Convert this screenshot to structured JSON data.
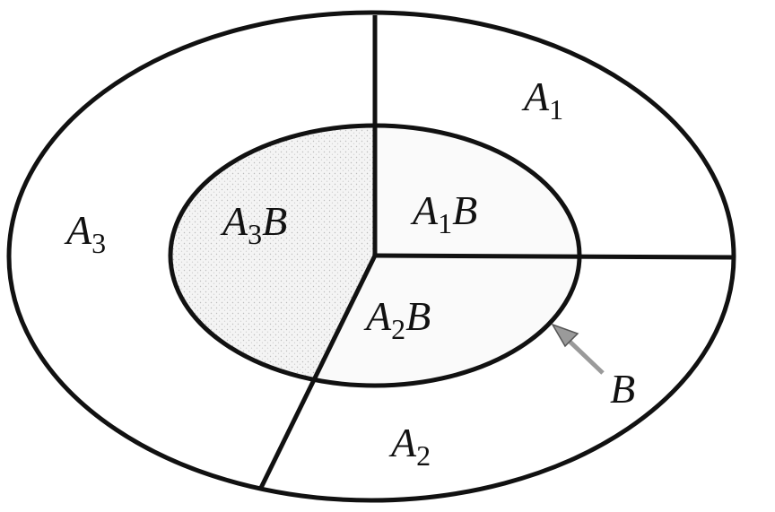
{
  "diagram": {
    "regions": [
      {
        "id": "A1",
        "base": "A",
        "sub": "1",
        "rest": ""
      },
      {
        "id": "A2",
        "base": "A",
        "sub": "2",
        "rest": ""
      },
      {
        "id": "A3",
        "base": "A",
        "sub": "3",
        "rest": ""
      },
      {
        "id": "A1B",
        "base": "A",
        "sub": "1",
        "rest": "B"
      },
      {
        "id": "A2B",
        "base": "A",
        "sub": "2",
        "rest": "B"
      },
      {
        "id": "A3B",
        "base": "A",
        "sub": "3",
        "rest": "B"
      }
    ],
    "pointer_label": "B",
    "colors": {
      "stroke": "#111111",
      "shading": "#e9e9e9",
      "arrow": "#9a9a9a"
    }
  }
}
